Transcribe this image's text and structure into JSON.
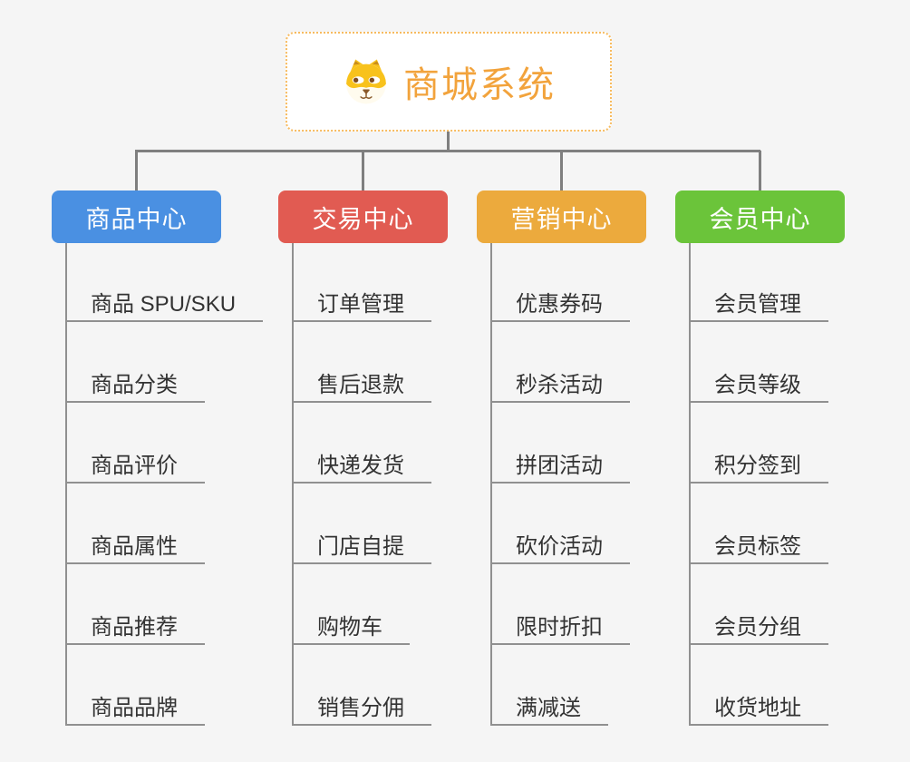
{
  "page": {
    "background": "#f5f5f5",
    "connector_color": "#7f7f7f",
    "child_line_color": "#909090",
    "child_text_color": "#333333"
  },
  "root": {
    "label": "商城系统",
    "icon": "shiba-dog-icon",
    "text_color": "#f2a33c",
    "border_color": "#f7bb5f"
  },
  "branches": [
    {
      "label": "商品中心",
      "color": "#4a90e2",
      "children": [
        "商品 SPU/SKU",
        "商品分类",
        "商品评价",
        "商品属性",
        "商品推荐",
        "商品品牌"
      ]
    },
    {
      "label": "交易中心",
      "color": "#e15b52",
      "children": [
        "订单管理",
        "售后退款",
        "快递发货",
        "门店自提",
        "购物车",
        "销售分佣"
      ]
    },
    {
      "label": "营销中心",
      "color": "#ecaa3d",
      "children": [
        "优惠券码",
        "秒杀活动",
        "拼团活动",
        "砍价活动",
        "限时折扣",
        "满减送"
      ]
    },
    {
      "label": "会员中心",
      "color": "#6bc43a",
      "children": [
        "会员管理",
        "会员等级",
        "积分签到",
        "会员标签",
        "会员分组",
        "收货地址"
      ]
    }
  ]
}
